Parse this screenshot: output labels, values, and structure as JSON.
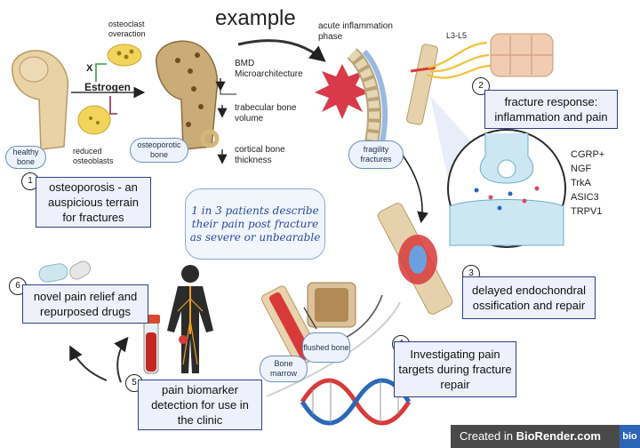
{
  "title": "example",
  "labels": {
    "osteoclast": "osteoclast overaction",
    "x_mark": "X",
    "estrogen": "Estrogen",
    "reduced_osteoblasts": "reduced osteoblasts",
    "bmd": "BMD Microarchitecture",
    "trabecular": "trabecular bone volume",
    "cortical": "cortical bone thickness",
    "acute": "acute inflammation phase",
    "l3l5": "L3-L5",
    "markers": [
      "CGRP+",
      "NGF",
      "TrkA",
      "ASIC3",
      "TRPV1"
    ]
  },
  "pills": {
    "healthy": "healthy bone",
    "osteoporotic": "osteoporotic bone",
    "fragility": "fragility fractures",
    "bone_marrow": "Bone marrow",
    "flushed": "flushed bone"
  },
  "steps": [
    {
      "num": "1",
      "text": "osteoporosis - an auspicious terrain for fractures"
    },
    {
      "num": "2",
      "text": "fracture response: inflammation and pain"
    },
    {
      "num": "3",
      "text": "delayed endochondral ossification and repair"
    },
    {
      "num": "4",
      "text": "Investigating pain targets during fracture repair"
    },
    {
      "num": "5",
      "text": "pain biomarker detection for use in the clinic"
    },
    {
      "num": "6",
      "text": "novel pain relief and repurposed drugs"
    }
  ],
  "note": "1 in 3 patients describe their pain post fracture as severe or unbearable",
  "footer": {
    "created_in": "Created in",
    "brand": "BioRender.com",
    "logo": "bio"
  },
  "colors": {
    "box_border": "#2d3f8c",
    "pill_border": "#6b8fc4",
    "note_text": "#2a4aa0",
    "bone": "#d9c29a",
    "fracture_red": "#d83a3a"
  }
}
